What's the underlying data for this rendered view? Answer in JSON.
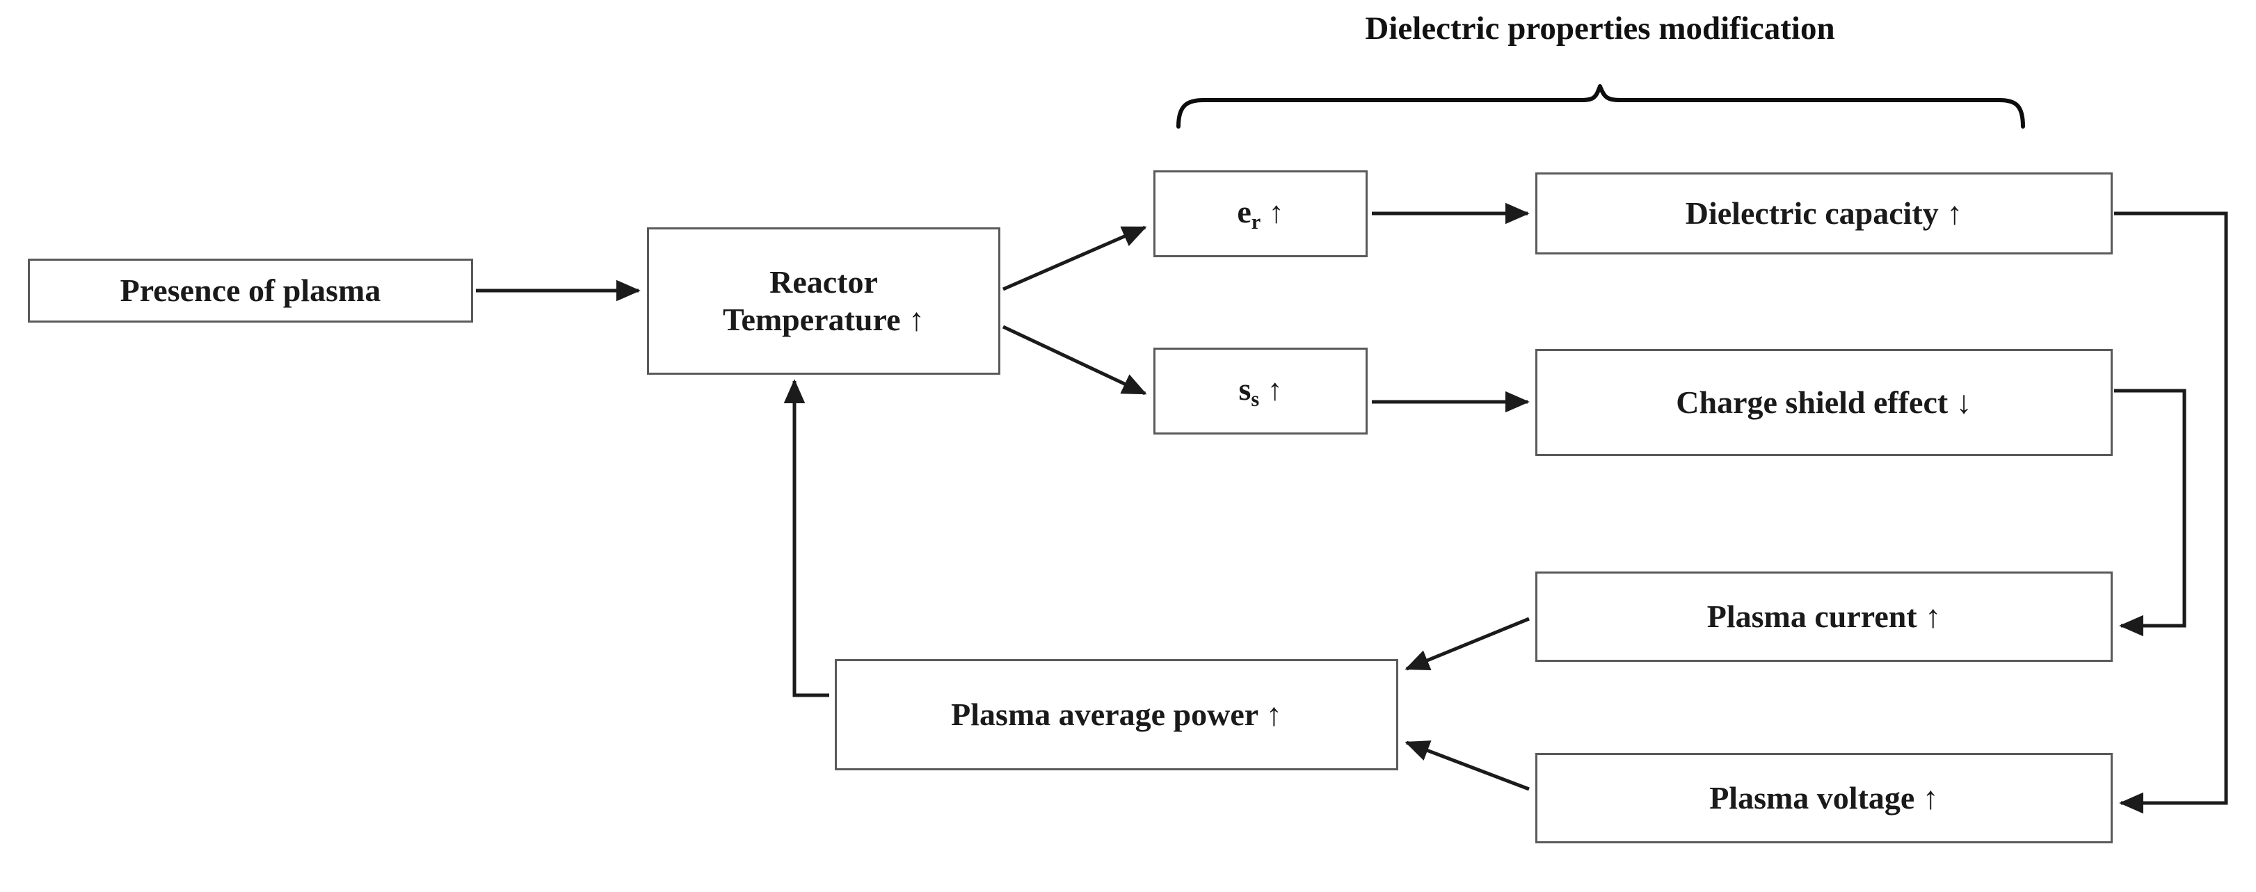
{
  "diagram": {
    "title": "Dielectric properties modification",
    "caption_group_label": "Dielectric properties modification",
    "nodes": {
      "presence_of_plasma": "Presence of plasma",
      "reactor_temperature_line1": "Reactor",
      "reactor_temperature_line2": "Temperature ↑",
      "relative_permittivity_symbol": "e",
      "relative_permittivity_subscript": "r",
      "relative_permittivity_trend": "↑",
      "surface_conductivity_symbol": "s",
      "surface_conductivity_subscript": "s",
      "surface_conductivity_trend": "↑",
      "dielectric_capacity": "Dielectric capacity ↑",
      "charge_shield_effect": "Charge shield effect ↓",
      "plasma_current": "Plasma current ↑",
      "plasma_voltage": "Plasma voltage ↑",
      "plasma_average_power": "Plasma average power ↑"
    },
    "colors": {
      "box_border": "#5a5a5a",
      "connector": "#1b1b1b",
      "text": "#1a1a1a",
      "background": "#ffffff"
    },
    "edges": [
      {
        "from": "presence_of_plasma",
        "to": "reactor_temperature",
        "style": "straight-right"
      },
      {
        "from": "reactor_temperature",
        "to": "relative_permittivity",
        "style": "diagonal-up-right"
      },
      {
        "from": "reactor_temperature",
        "to": "surface_conductivity",
        "style": "diagonal-down-right"
      },
      {
        "from": "relative_permittivity",
        "to": "dielectric_capacity",
        "style": "straight-right"
      },
      {
        "from": "surface_conductivity",
        "to": "charge_shield_effect",
        "style": "straight-right"
      },
      {
        "from": "dielectric_capacity",
        "to": "plasma_voltage",
        "style": "orthogonal-feedback-outer"
      },
      {
        "from": "charge_shield_effect",
        "to": "plasma_current",
        "style": "orthogonal-feedback-inner"
      },
      {
        "from": "plasma_current",
        "to": "plasma_average_power",
        "style": "diagonal-down-left"
      },
      {
        "from": "plasma_voltage",
        "to": "plasma_average_power",
        "style": "diagonal-up-left"
      },
      {
        "from": "plasma_average_power",
        "to": "reactor_temperature",
        "style": "orthogonal-feedback-up"
      }
    ]
  }
}
